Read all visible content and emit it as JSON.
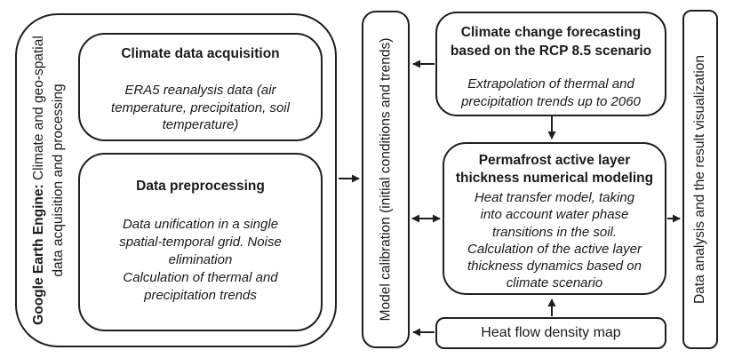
{
  "colors": {
    "ink": "#1f1f1f",
    "background": "#ffffff"
  },
  "gee": {
    "title_bold": "Google Earth Engine:",
    "title_rest": " Climate and geo-spatial",
    "title_line2": "data acquisition and processing"
  },
  "acquisition": {
    "title": "Climate data acquisition",
    "body": "ERA5 reanalysis data (air\ntemperature, precipitation, soil\ntemperature)"
  },
  "preprocessing": {
    "title": "Data preprocessing",
    "body": "Data unification in a single\nspatial-temporal grid. Noise\nelimination\nCalculation of  thermal and\nprecipitation trends"
  },
  "calibration": {
    "label": "Model calibration (initial conditions and trends)"
  },
  "forecast": {
    "title": "Climate change forecasting\nbased on the RCP 8.5 scenario",
    "body": "Extrapolation of thermal and\nprecipitation trends up to 2060"
  },
  "permafrost": {
    "title": "Permafrost active layer\nthickness numerical modeling",
    "body": "Heat transfer model, taking\ninto account water phase\ntransitions in the soil.\nCalculation of the active layer\nthickness dynamics based on\nclimate scenario"
  },
  "heat_flow": {
    "label": "Heat flow density map"
  },
  "analysis": {
    "label": "Data analysis and the result visualization"
  }
}
